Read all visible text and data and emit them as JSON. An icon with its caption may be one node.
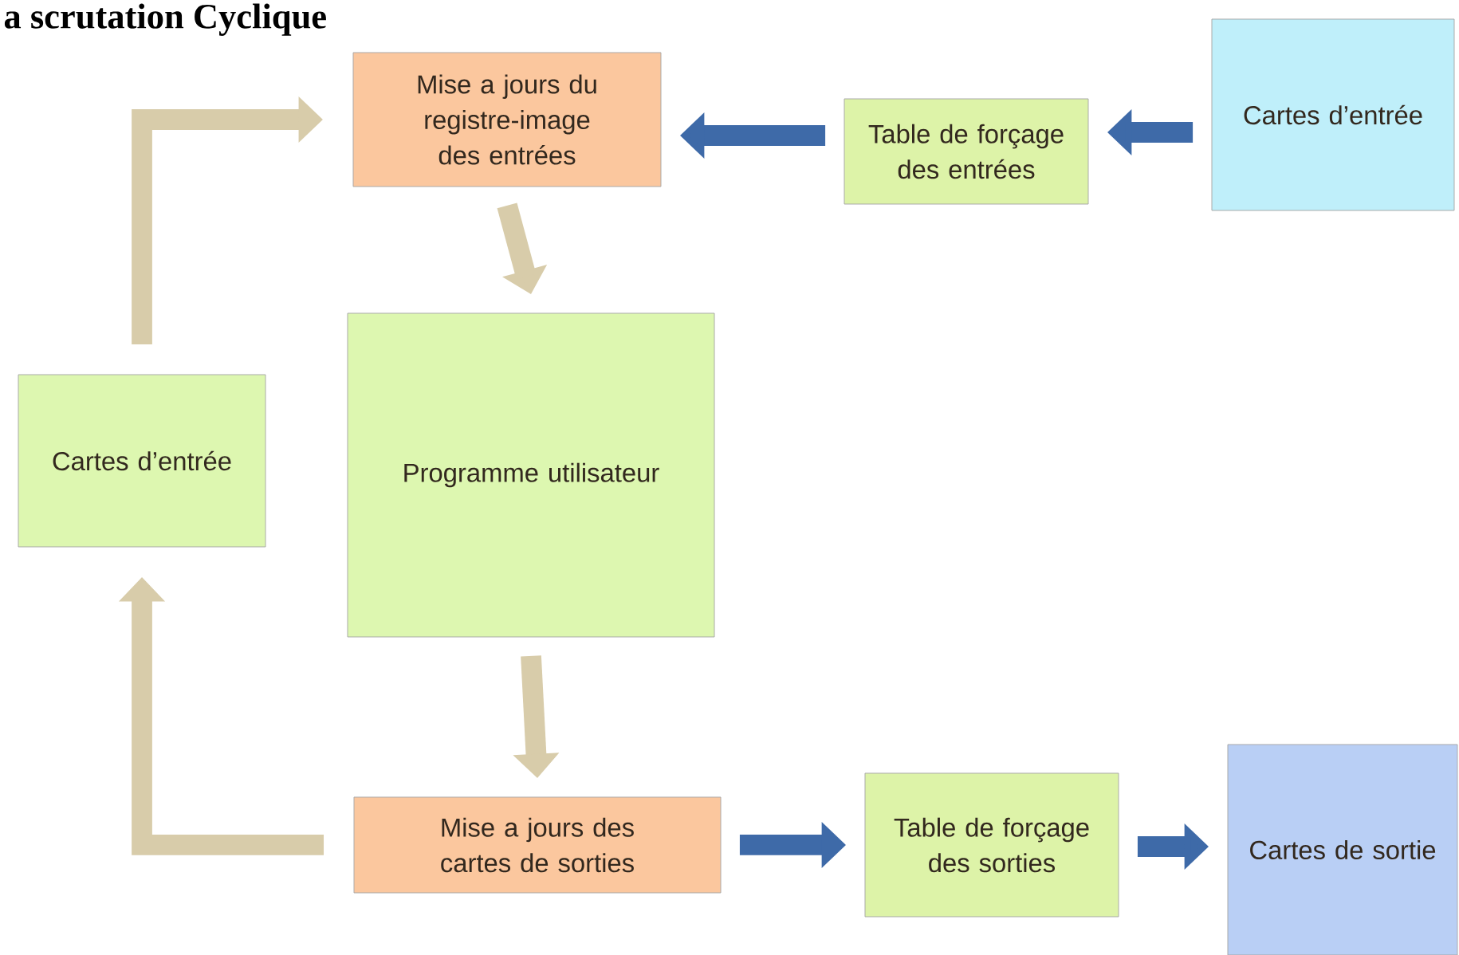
{
  "diagram": {
    "title": "a scrutation Cyclique",
    "nodes": [
      {
        "text": [
          "Mise a jours du registre-image des entrées"
        ]
      },
      {
        "text": [
          "Table de forçage des entrées"
        ]
      },
      {
        "text": [
          "Cartes d’entrée"
        ]
      },
      {
        "text": [
          "Programme utilisateur"
        ]
      },
      {
        "text": [
          "Cartes d’entrée"
        ]
      },
      {
        "text": [
          "Mise a jours des cartes de sorties"
        ]
      },
      {
        "text": [
          "Table de forçage des sorties"
        ]
      },
      {
        "text": [
          "Cartes de sortie"
        ]
      }
    ],
    "edges": [
      {
        "from": 2,
        "to": 1,
        "arrow": "to"
      },
      {
        "from": 1,
        "to": 0,
        "arrow": "to"
      },
      {
        "from": 0,
        "to": 3,
        "arrow": "to",
        "color": "#d8ccaa"
      },
      {
        "from": 3,
        "to": 5,
        "arrow": "to",
        "color": "#d8ccaa"
      },
      {
        "from": 5,
        "to": 6,
        "arrow": "to"
      },
      {
        "from": 6,
        "to": 7,
        "arrow": "to"
      },
      {
        "from": 5,
        "to": 4,
        "arrow": "to",
        "color": "#d8ccaa"
      },
      {
        "from": 4,
        "to": 0,
        "arrow": "to",
        "color": "#d8ccaa"
      }
    ]
  }
}
